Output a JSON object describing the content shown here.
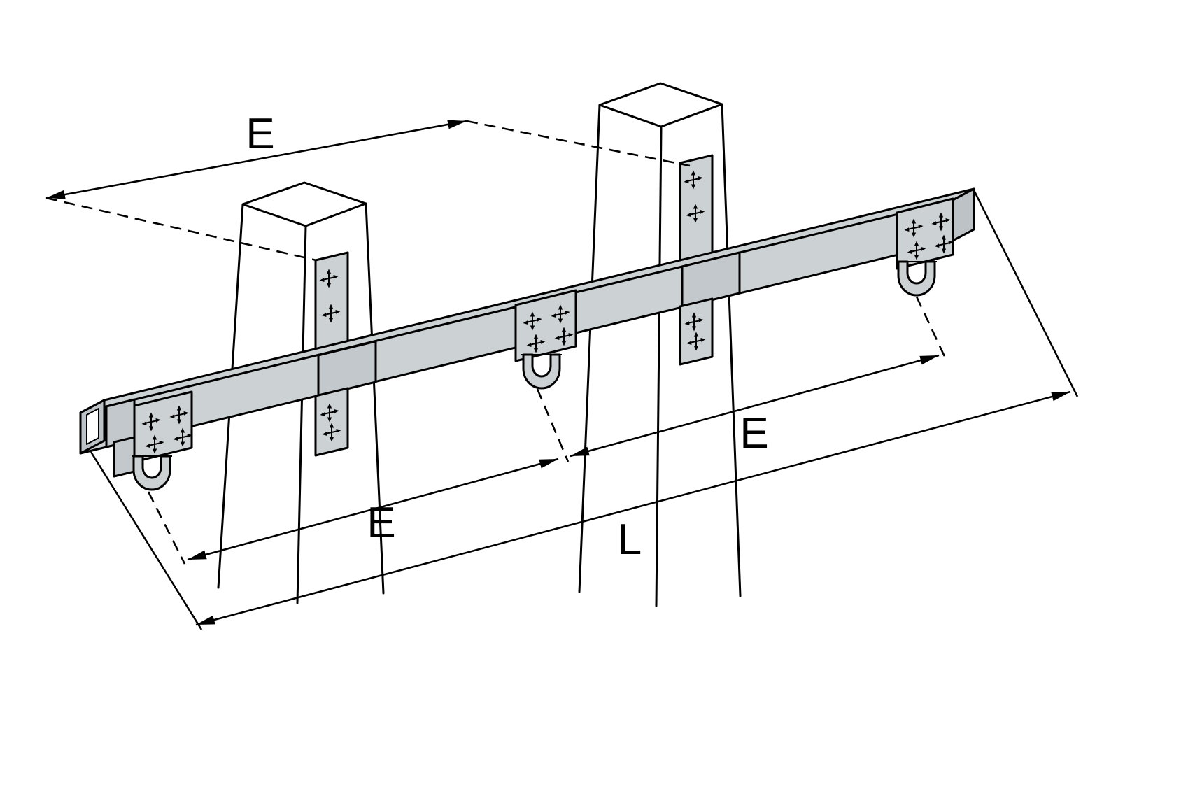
{
  "diagram": {
    "labels": {
      "dim_e_top": "E",
      "dim_e_right": "E",
      "dim_e_bottom": "E",
      "dim_l": "L"
    },
    "colors": {
      "background": "#ffffff",
      "line": "#000000",
      "beam_fill": "#ccd1d4",
      "beam_end_fill": "#bdc2c6",
      "strap_fill": "#c3c8cc",
      "plate_fill": "#ccd1d4",
      "shackle_fill": "#ccd1d4",
      "post_fill": "#ffffff",
      "hollow_fill": "#ffffff"
    }
  }
}
